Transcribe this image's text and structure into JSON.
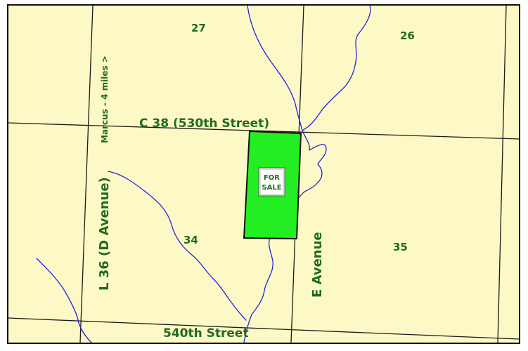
{
  "colors": {
    "background": "#fdf9c6",
    "road": "#1a1a1a",
    "stream": "#2222dd",
    "parcel_fill": "#22ee22",
    "label": "#1f6b1f"
  },
  "sections": {
    "s27": "27",
    "s26": "26",
    "s34": "34",
    "s35": "35"
  },
  "roads": {
    "c38": "C 38  (530th Street)",
    "l36": "L 36  (D Avenue)",
    "e_avenue": "E Avenue",
    "s540": "540th Street",
    "marcus": "Marcus - 4 miles >"
  },
  "parcel": {
    "line1": "FOR",
    "line2": "SALE"
  }
}
